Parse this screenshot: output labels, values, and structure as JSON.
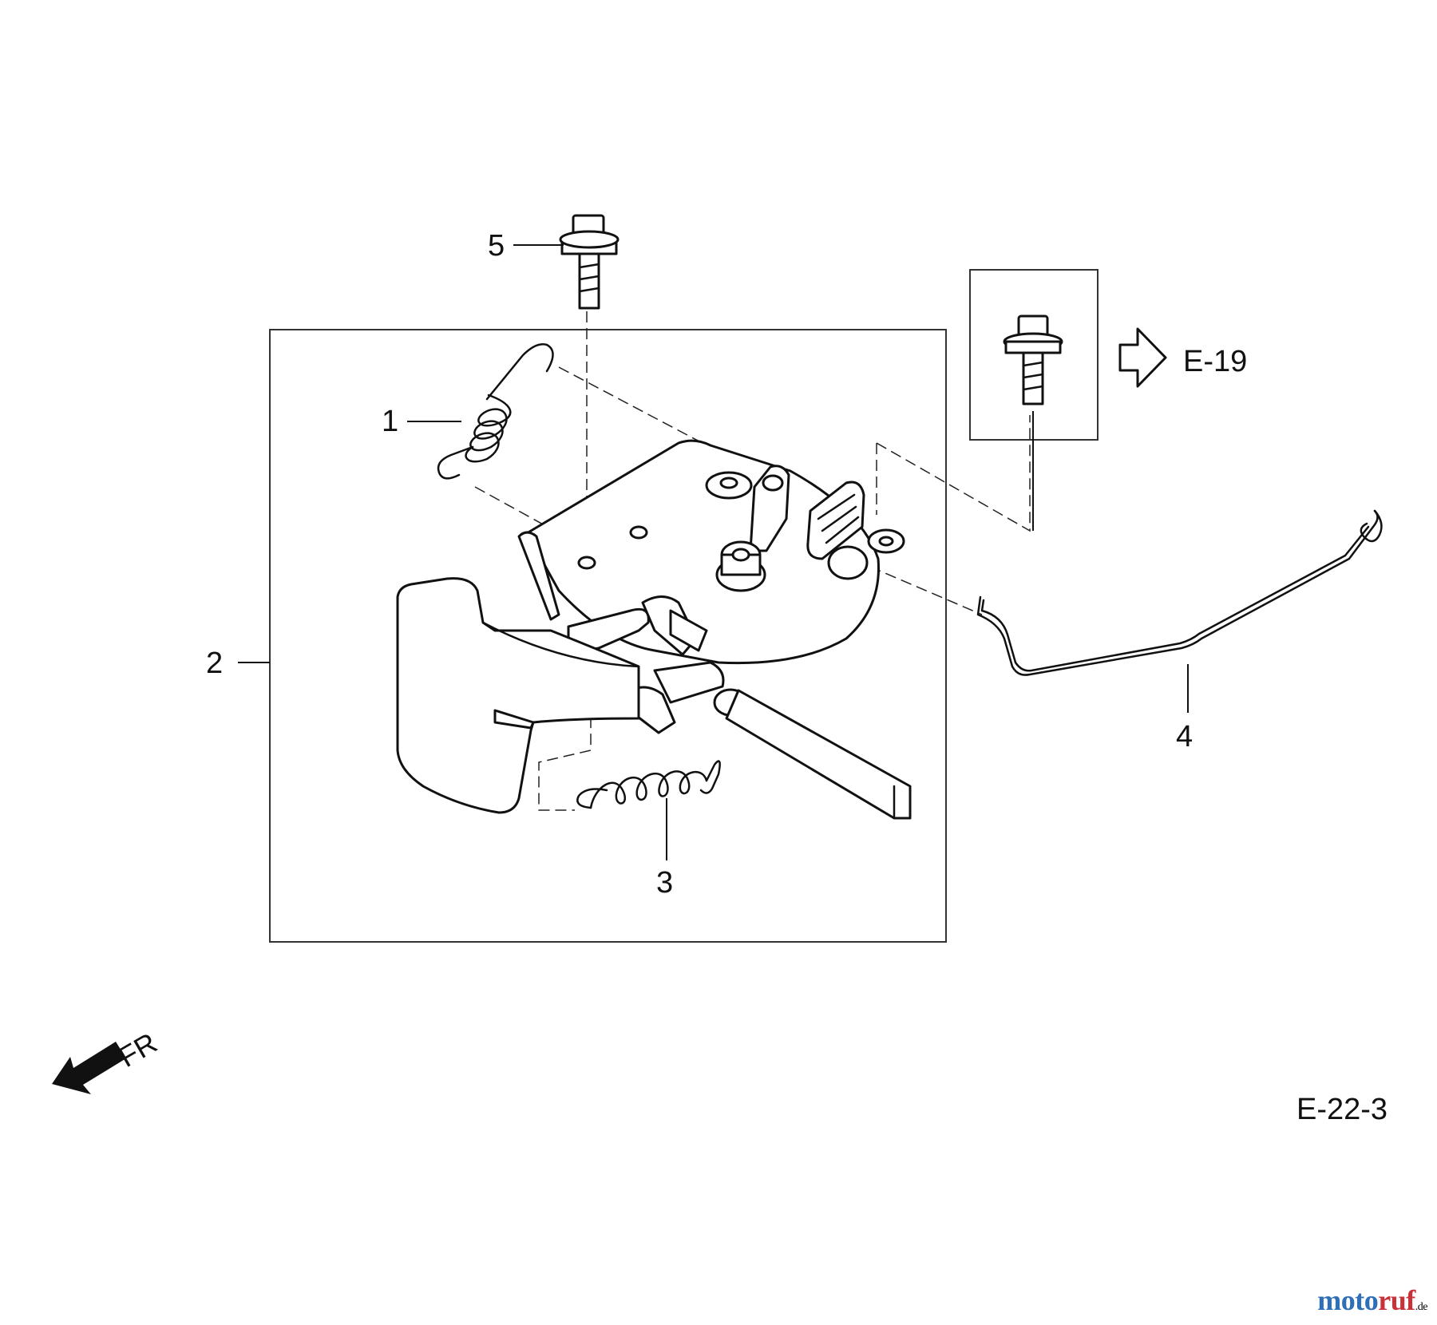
{
  "callouts": {
    "c1": "1",
    "c2": "2",
    "c3": "3",
    "c4": "4",
    "c5": "5"
  },
  "refs": {
    "inset_ref": "E-19",
    "diagram_code": "E-22-3"
  },
  "direction": {
    "label": "FR"
  },
  "watermark": {
    "part1": "moto",
    "part2": "ruf",
    "suffix": ".de"
  },
  "colors": {
    "line": "#111111",
    "wm_blue": "#2f6fb7",
    "wm_red": "#c8333a"
  }
}
